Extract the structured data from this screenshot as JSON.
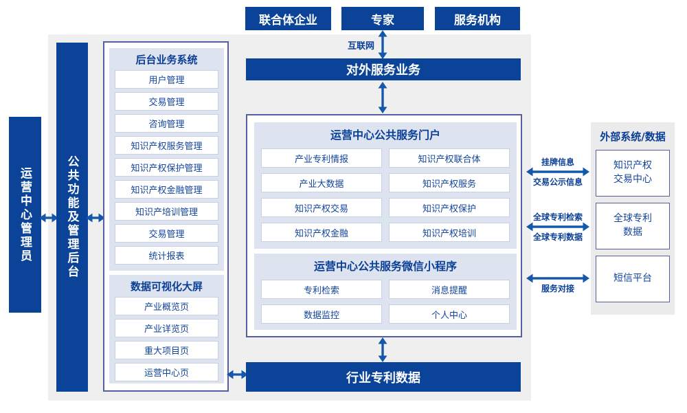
{
  "colors": {
    "primary_blue": "#0a4398",
    "arrow_blue": "#1458ab",
    "panel_border": "#555e9e",
    "light_panel": "#dee3f0",
    "gray_background": "#efeff0",
    "right_panel_background": "#ebebec"
  },
  "actors": {
    "consortium": "联合体企业",
    "experts": "专家",
    "service_orgs": "服务机构"
  },
  "internet_label": "互联网",
  "external_service_bar": "对外服务业务",
  "left_rail": {
    "admin": "运营中心管理员",
    "backend": "公共功能及管理后台"
  },
  "backend_system": {
    "title": "后台业务系统",
    "items": [
      "用户管理",
      "交易管理",
      "咨询管理",
      "知识产权服务管理",
      "知识产权保护管理",
      "知识产权金融管理",
      "知识产培训管理",
      "交易管理",
      "统计报表"
    ]
  },
  "dashboard": {
    "title": "数据可视化大屏",
    "items": [
      "产业概览页",
      "产业详览页",
      "重大项目页",
      "运营中心页"
    ]
  },
  "portal": {
    "title": "运营中心公共服务门户",
    "items": [
      "产业专利情报",
      "知识产权联合体",
      "产业大数据",
      "知识产权服务",
      "知识产权交易",
      "知识产权保护",
      "知识产权金融",
      "知识产权培训"
    ]
  },
  "mini_program": {
    "title": "运营中心公共服务微信小程序",
    "items": [
      "专利检索",
      "消息提醒",
      "数据监控",
      "个人中心"
    ]
  },
  "industry_data_bar": "行业专利数据",
  "external_systems": {
    "title": "外部系统/数据",
    "boxes": [
      {
        "line1": "知识产权",
        "line2": "交易中心"
      },
      {
        "line1": "全球专利",
        "line2": "数据"
      },
      {
        "line1": "短信平台",
        "line2": ""
      }
    ],
    "links": [
      {
        "label_top": "挂牌信息",
        "label_bottom": "交易公示信息"
      },
      {
        "label_top": "全球专利检索",
        "label_bottom": "全球专利数据"
      },
      {
        "label_top": "",
        "label_bottom": "服务对接"
      }
    ]
  }
}
